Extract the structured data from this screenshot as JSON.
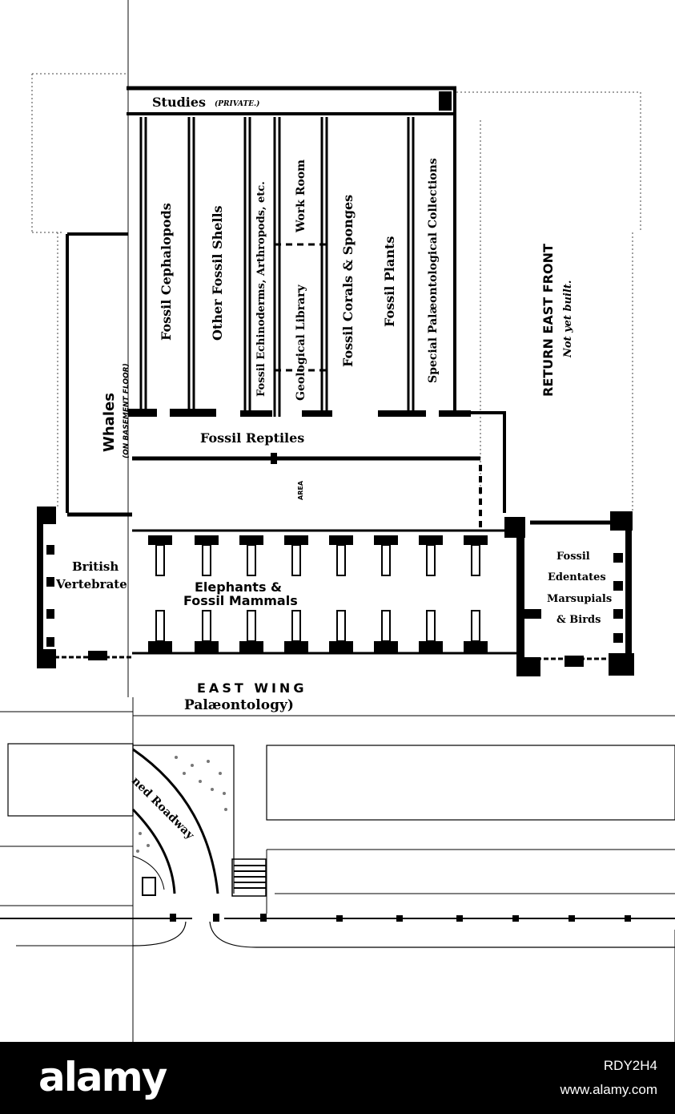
{
  "plan": {
    "rooms": {
      "studies": "Studies",
      "private": "(PRIVATE.)",
      "fossil_cephalopods": "Fossil Cephalopods",
      "other_fossil_shells": "Other Fossil Shells",
      "fossil_echinoderms": "Fossil Echinoderms, Arthropods, etc.",
      "work_room": "Work Room",
      "geological_library": "Geological Library",
      "fossil_corals": "Fossil Corals & Sponges",
      "fossil_plants": "Fossil Plants",
      "special_collections": "Special Palæontological Collections",
      "whales": "Whales",
      "basement_floor": "(ON BASEMENT FLOOR)",
      "fossil_reptiles": "Fossil Reptiles",
      "area": "AREA",
      "british_vertebrate_1": "British",
      "british_vertebrate_2": "Vertebrate",
      "elephants_1": "Elephants &",
      "elephants_2": "Fossil Mammals",
      "fossil": "Fossil",
      "edentates": "Edentates",
      "marsupials": "Marsupials",
      "birds": "& Birds",
      "return_east_front": "RETURN EAST FRONT",
      "not_yet_built": "Not yet built.",
      "east_wing": "EAST WING",
      "palaeontology": "Palæontology)",
      "roadway": "ned Roadway"
    }
  },
  "footer": {
    "brand": "alamy",
    "image_id": "RDY2H4",
    "site": "www.alamy.com"
  }
}
